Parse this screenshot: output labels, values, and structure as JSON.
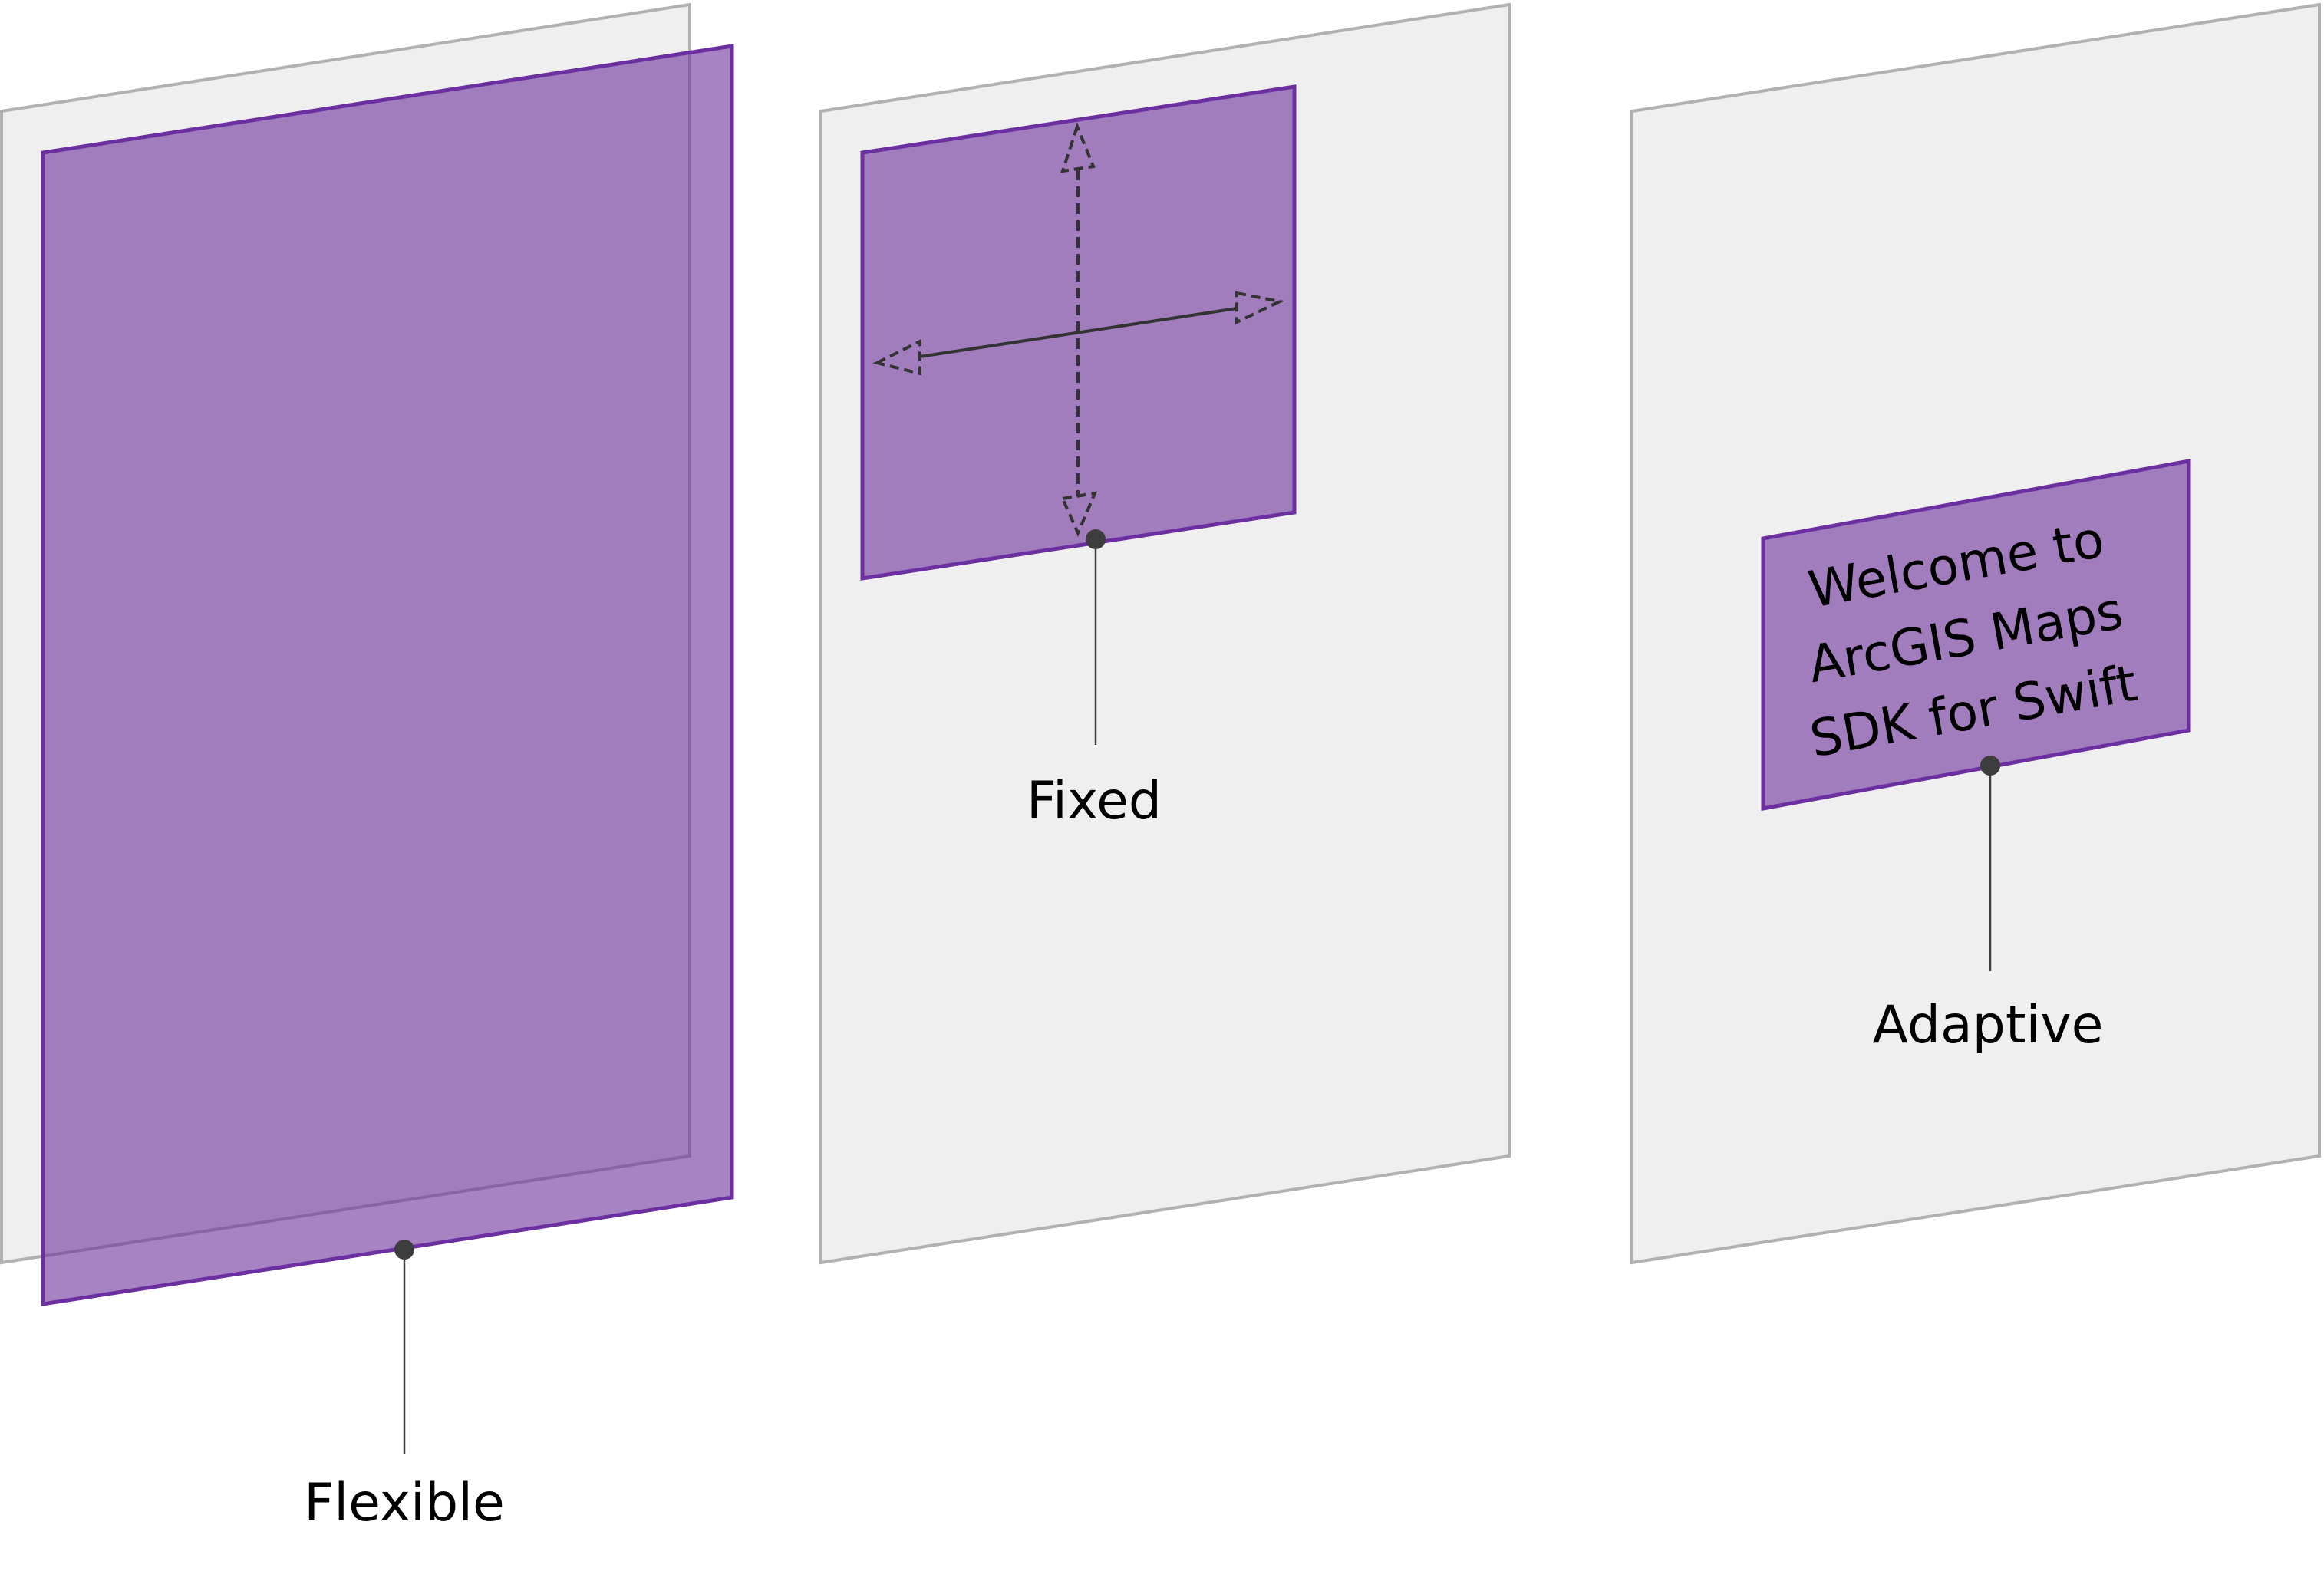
{
  "diagram": {
    "description": "Three layout modes for content on a screen",
    "colors": {
      "screen_fill": "#efefef",
      "screen_border": "#b3b0b0",
      "view_fill": "#a27dbe",
      "view_border": "#6b2fa0",
      "leader": "#3d3d3d",
      "text": "#000000"
    },
    "panels": [
      {
        "id": "flexible",
        "label": "Flexible",
        "content": "View fills the entire screen"
      },
      {
        "id": "fixed",
        "label": "Fixed",
        "content": "Fixed-size view with horizontal and vertical resize arrows"
      },
      {
        "id": "adaptive",
        "label": "Adaptive",
        "content_lines": [
          "Welcome to",
          "ArcGIS Maps",
          "SDK for Swift"
        ]
      }
    ]
  }
}
